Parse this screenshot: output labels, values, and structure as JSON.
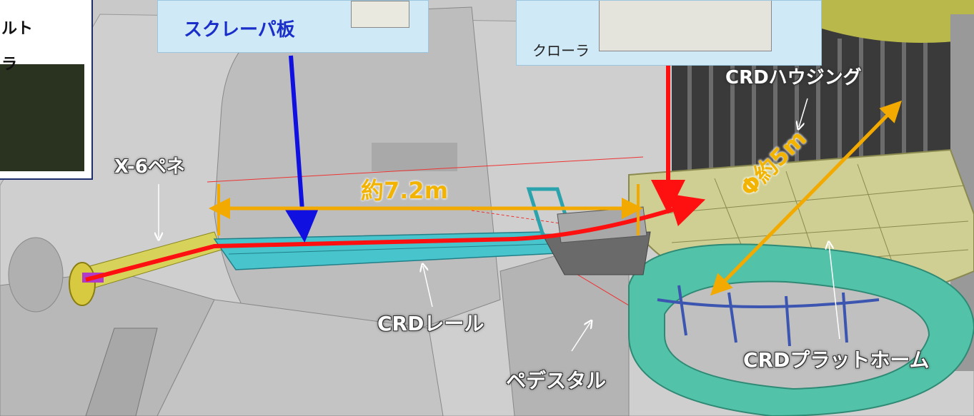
{
  "callouts": {
    "scraper_plate": "スクレーパ板",
    "crawler": "クローラ"
  },
  "inset": {
    "line1": "ルト",
    "line2": "ラ"
  },
  "labels": {
    "x6_pene": "X-6ペネ",
    "rail_length": "約7.2m",
    "crd_rail": "CRDレール",
    "pedestal": "ペデスタル",
    "crd_housing": "CRDハウジング",
    "diameter": "Φ約5m",
    "crd_platform": "CRDプラットホーム"
  },
  "colors": {
    "background": "#c9c9c9",
    "callout_bg": "#cfe9f7",
    "scraper_text": "#1a2fc9",
    "route_red": "#ff1010",
    "route_blue": "#1010e0",
    "dimension_orange": "#f2a900",
    "rail_cyan": "#3fc0c8",
    "platform_teal": "#50c0a8",
    "platform_olive": "#c8c88a"
  }
}
